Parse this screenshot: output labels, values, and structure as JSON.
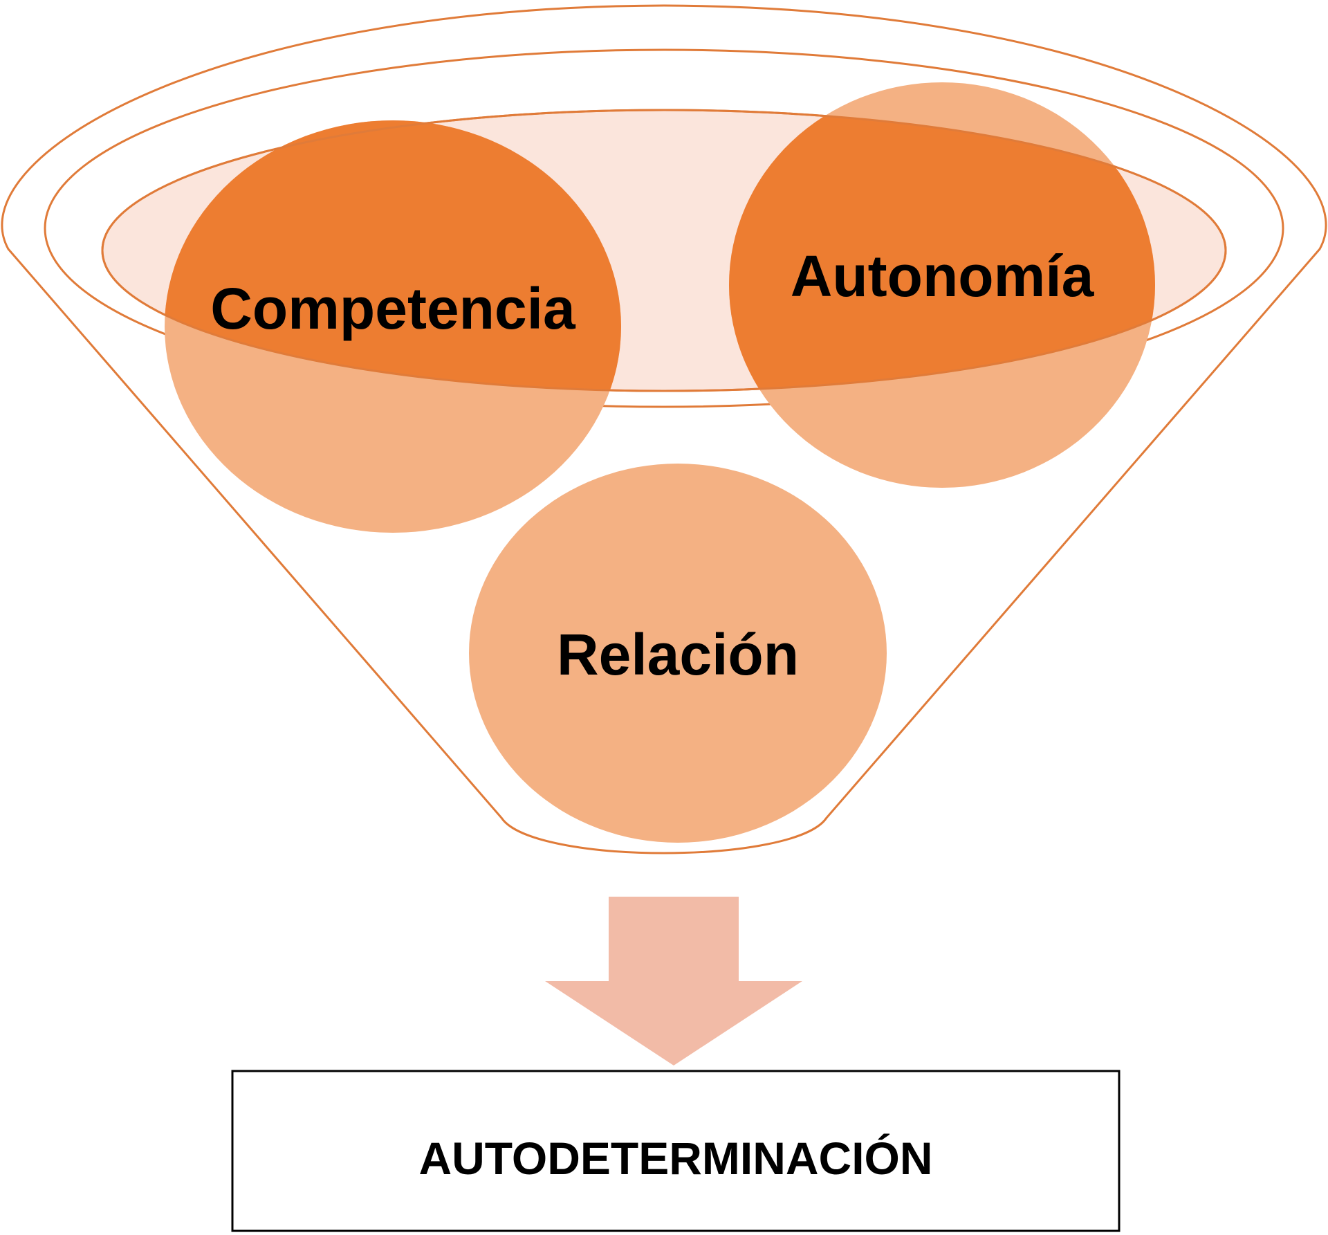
{
  "diagram": {
    "circles": {
      "competence": "Competencia",
      "autonomy": "Autonomía",
      "relation": "Relación"
    },
    "result": "AUTODETERMINACIÓN"
  },
  "colors": {
    "funnel_outline": "#E07B39",
    "funnel_inner_fill": "#FBE5DC",
    "circle_strong": "#ED7D31",
    "circle_light": "#F4B183",
    "arrow": "#F2BBA7",
    "result_border": "#000000"
  }
}
